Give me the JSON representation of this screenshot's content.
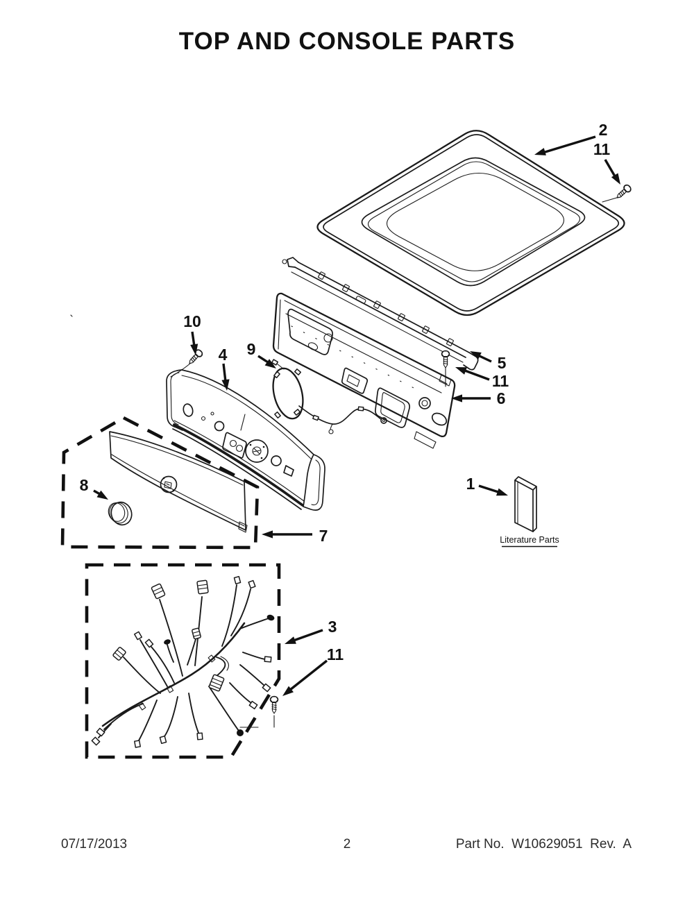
{
  "page": {
    "title": "TOP AND CONSOLE PARTS",
    "footer": {
      "date": "07/17/2013",
      "page_number": "2",
      "part_line": "Part No.  W10629051  Rev.  A"
    }
  },
  "diagram": {
    "literature_label": "Literature Parts",
    "colors": {
      "ink": "#1a1a1a",
      "paper": "#ffffff"
    },
    "callouts": [
      {
        "part": "top-panel",
        "label": "2"
      },
      {
        "part": "top-panel-screw",
        "label": "11"
      },
      {
        "part": "console-screw",
        "label": "10"
      },
      {
        "part": "console",
        "label": "4"
      },
      {
        "part": "wire-ring",
        "label": "9"
      },
      {
        "part": "mounting-bracket",
        "label": "5"
      },
      {
        "part": "bracket-screw",
        "label": "11"
      },
      {
        "part": "rear-console-panel",
        "label": "6"
      },
      {
        "part": "knob",
        "label": "8"
      },
      {
        "part": "console-overlay",
        "label": "7"
      },
      {
        "part": "literature",
        "label": "1"
      },
      {
        "part": "wire-harness",
        "label": "3"
      },
      {
        "part": "harness-screw",
        "label": "11"
      }
    ]
  }
}
